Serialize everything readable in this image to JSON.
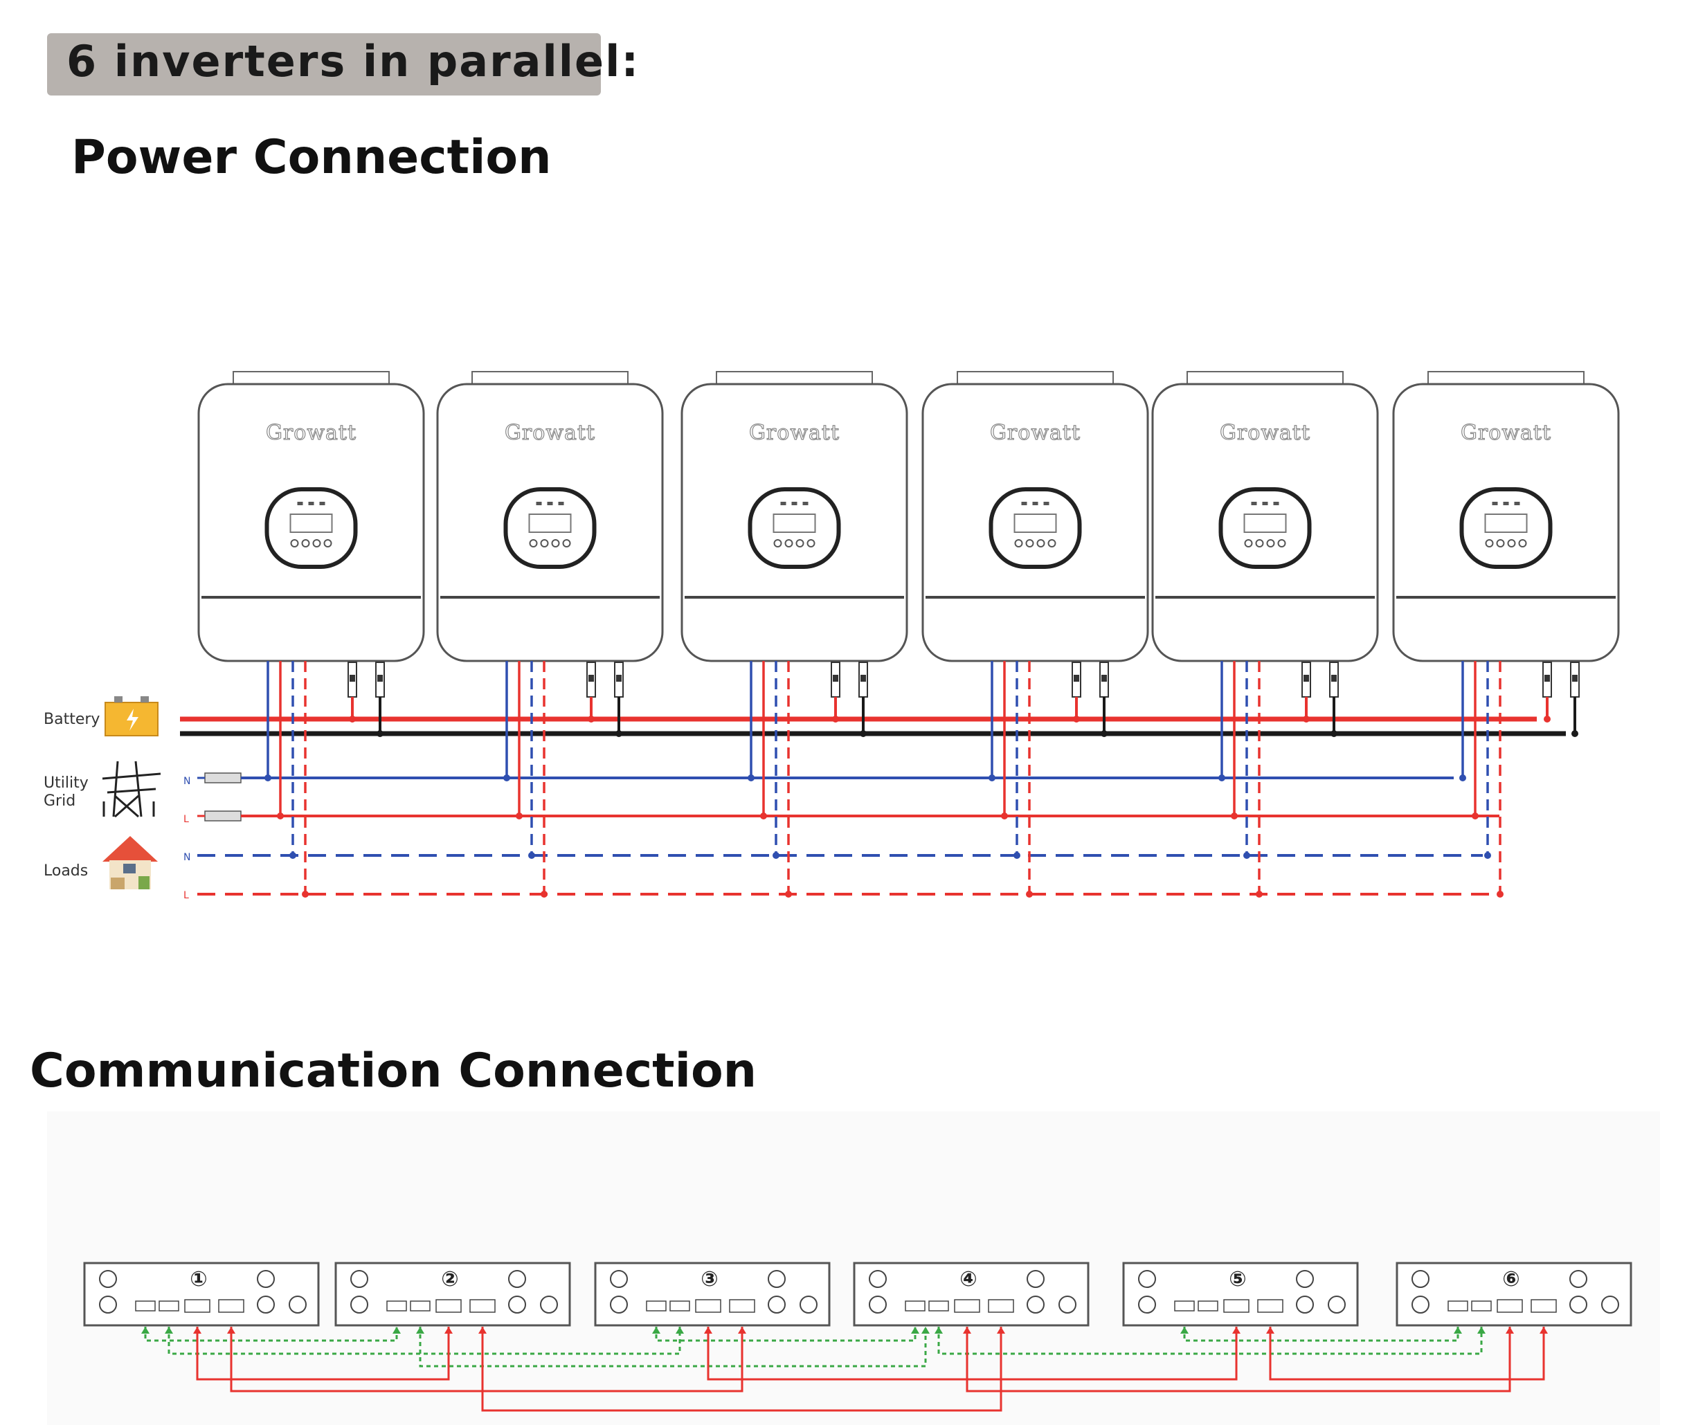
{
  "title": "6 inverters in parallel:",
  "sections": {
    "power": {
      "heading": "Power Connection",
      "brand": "Growatt",
      "legend": {
        "battery": "Battery",
        "grid_line1": "Utility",
        "grid_line2": "Grid",
        "loads": "Loads",
        "grid_n": "N",
        "grid_l": "L",
        "loads_n": "N",
        "loads_l": "L"
      }
    },
    "communication": {
      "heading": "Communication Connection",
      "unit_labels": [
        "①",
        "②",
        "③",
        "④",
        "⑤",
        "⑥"
      ]
    }
  },
  "colors": {
    "red": "#e8332f",
    "black": "#1a1a1a",
    "blue": "#2f4fb0",
    "green": "#3aa845",
    "banner": "#b7b2ae"
  }
}
